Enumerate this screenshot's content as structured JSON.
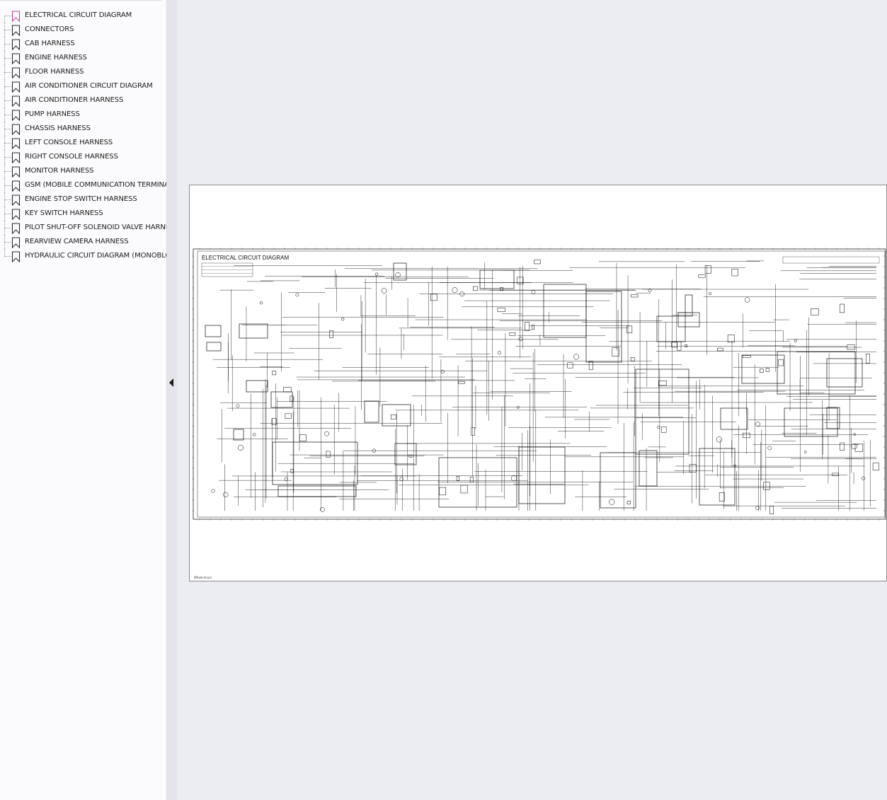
{
  "sidebar": {
    "bookmarks": [
      {
        "label": "ELECTRICAL CIRCUIT DIAGRAM",
        "active": true
      },
      {
        "label": "CONNECTORS"
      },
      {
        "label": "CAB HARNESS"
      },
      {
        "label": "ENGINE HARNESS"
      },
      {
        "label": "FLOOR HARNESS"
      },
      {
        "label": "AIR CONDITIONER CIRCUIT DIAGRAM"
      },
      {
        "label": "AIR CONDITIONER HARNESS"
      },
      {
        "label": "PUMP HARNESS"
      },
      {
        "label": "CHASSIS HARNESS"
      },
      {
        "label": "LEFT CONSOLE HARNESS"
      },
      {
        "label": "RIGHT CONSOLE HARNESS"
      },
      {
        "label": "MONITOR HARNESS"
      },
      {
        "label": "GSM (MOBILE COMMUNICATION TERMINAL) HARNESS"
      },
      {
        "label": "ENGINE STOP SWITCH HARNESS"
      },
      {
        "label": "KEY SWITCH HARNESS"
      },
      {
        "label": "PILOT SHUT-OFF SOLENOID VALVE HARNESS"
      },
      {
        "label": "REARVIEW CAMERA HARNESS"
      },
      {
        "label": "HYDRAULIC CIRCUIT DIAGRAM (MONOBLOCK BOOM)"
      }
    ],
    "bookmark_icon_color": "#2b2b2b",
    "active_icon_color": "#c2469e",
    "collapse_icon": "chevron-left-icon"
  },
  "document": {
    "diagram_title": "ELECTRICAL CIRCUIT DIAGRAM",
    "footer_text": "Whole-Acum"
  }
}
